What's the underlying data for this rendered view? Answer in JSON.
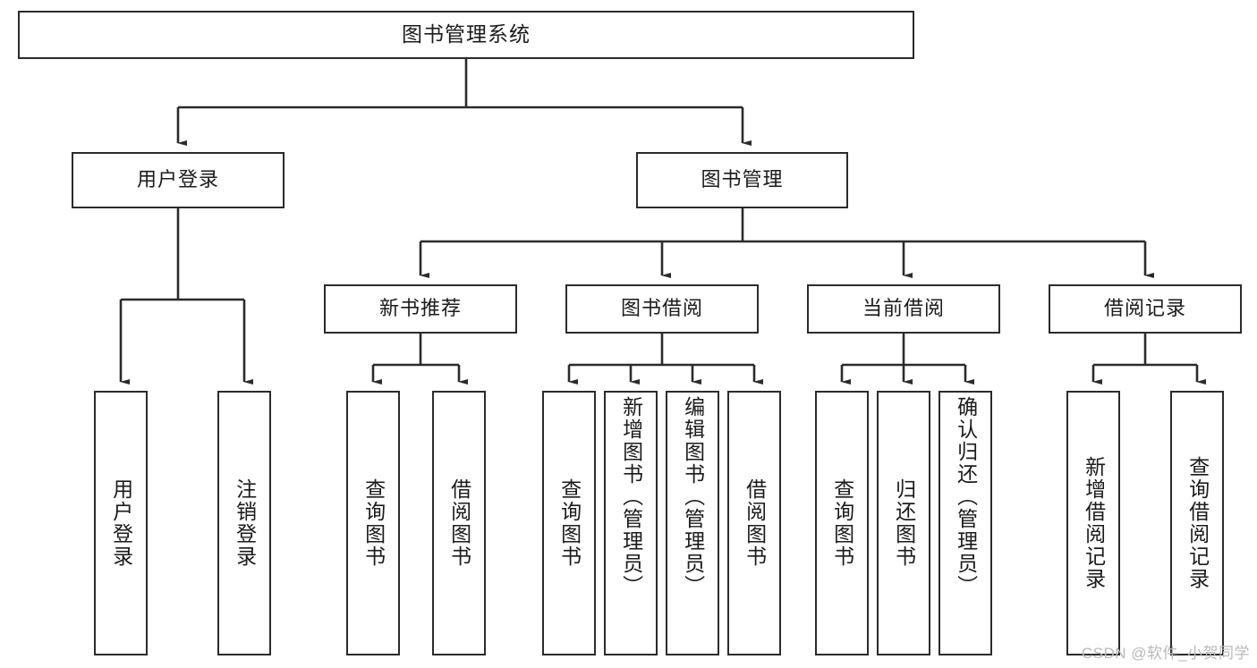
{
  "diagram": {
    "title": "图书管理系统",
    "type": "hierarchy-tree",
    "root": {
      "label": "图书管理系统"
    },
    "level2": [
      {
        "label": "用户登录"
      },
      {
        "label": "图书管理"
      }
    ],
    "level3": [
      {
        "label": "新书推荐",
        "parent": "图书管理"
      },
      {
        "label": "图书借阅",
        "parent": "图书管理"
      },
      {
        "label": "当前借阅",
        "parent": "图书管理"
      },
      {
        "label": "借阅记录",
        "parent": "图书管理"
      }
    ],
    "leaves": {
      "user_login": [
        {
          "label": "用户登录"
        },
        {
          "label": "注销登录"
        }
      ],
      "new_book_recommend": [
        {
          "label": "查询图书"
        },
        {
          "label": "借阅图书"
        }
      ],
      "book_borrow": [
        {
          "label": "查询图书"
        },
        {
          "label": "新增图书（管理员）"
        },
        {
          "label": "编辑图书（管理员）"
        },
        {
          "label": "借阅图书"
        }
      ],
      "current_borrow": [
        {
          "label": "查询图书"
        },
        {
          "label": "归还图书"
        },
        {
          "label": "确认归还（管理员）"
        }
      ],
      "borrow_record": [
        {
          "label": "新增借阅记录"
        },
        {
          "label": "查询借阅记录"
        }
      ]
    }
  },
  "watermark": {
    "text": "CSDN @软件_小贺同学"
  },
  "colors": {
    "border": "#2b2b2b",
    "background": "#ffffff",
    "text": "#1b1b1b",
    "watermark": "#b9b9b9"
  }
}
